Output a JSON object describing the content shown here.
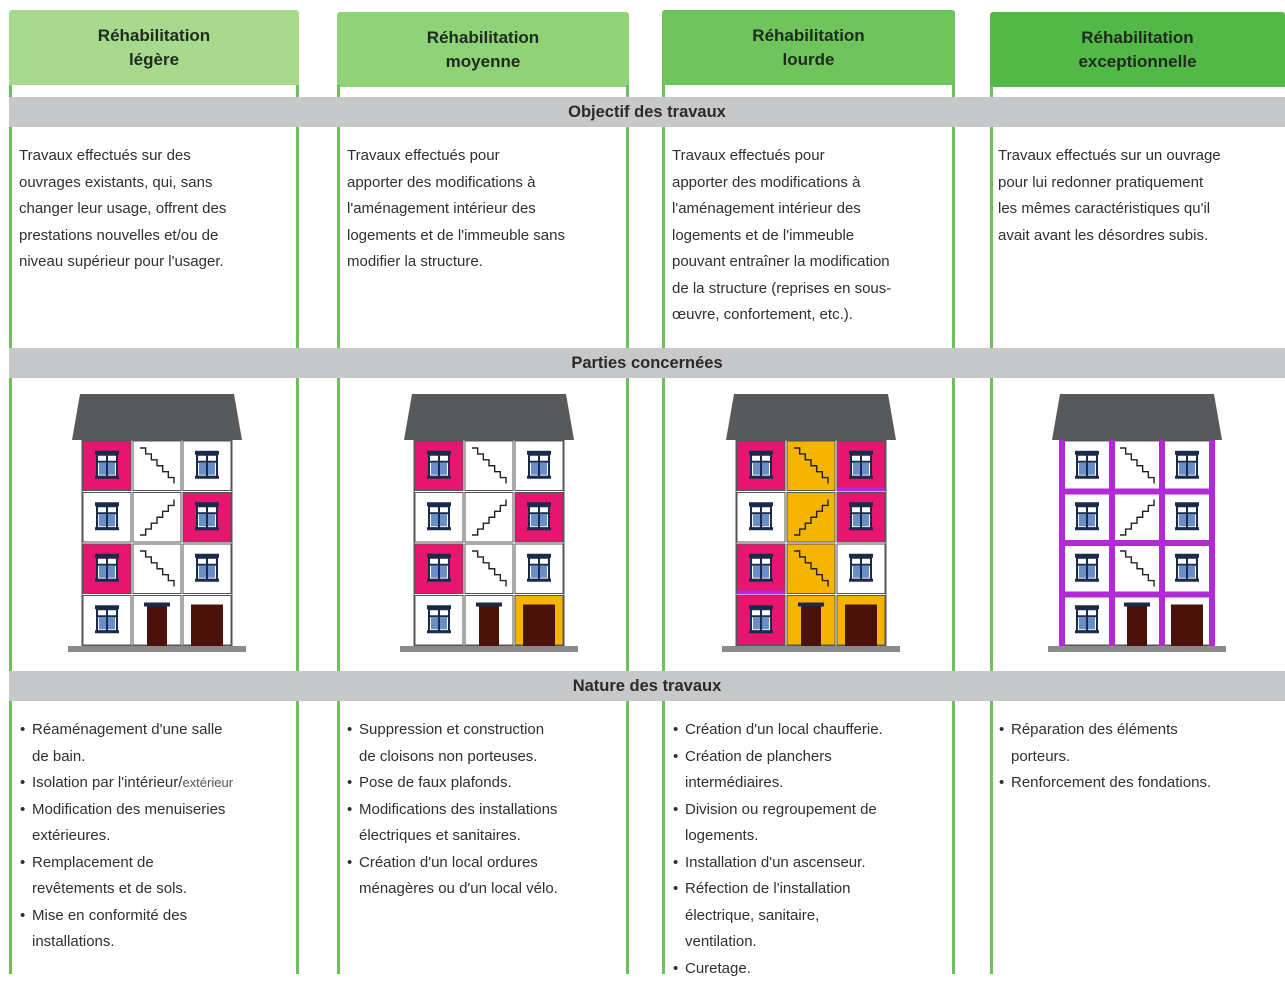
{
  "columns": [
    {
      "title": "Réhabilitation\nlégère",
      "color": "#a8d98c",
      "objectif": "Travaux effectués sur des\nouvrages existants, qui, sans\nchanger leur usage, offrent des\nprestations nouvelles et/ou de\nniveau supérieur pour l'usager.",
      "nature": [
        "Réaménagement d'une salle\nde bain.",
        "Isolation par l'intérieur/",
        "Modification des menuiseries\nextérieures.",
        "Remplacement de\nrevêtements et de sols.",
        "Mise en conformité des\ninstallations."
      ],
      "nature_suffix": "extérieur"
    },
    {
      "title": "Réhabilitation\nmoyenne",
      "color": "#8fd278",
      "objectif": "Travaux effectués pour\napporter des modifications à\nl'aménagement intérieur des\nlogements et de l'immeuble sans\nmodifier la structure.",
      "nature": [
        "Suppression et construction\nde cloisons non porteuses.",
        "Pose de faux plafonds.",
        "Modifications des installations\nélectriques et sanitaires.",
        "Création d'un local ordures\nménagères ou d'un local vélo."
      ]
    },
    {
      "title": "Réhabilitation\nlourde",
      "color": "#6fc55c",
      "objectif": "Travaux effectués pour\napporter des modifications à\nl'aménagement intérieur des\nlogements et de l'immeuble\npouvant entraîner la modification\nde la structure (reprises en sous-\nœuvre, confortement, etc.).",
      "nature": [
        "Création d'un local chaufferie.",
        "Création de planchers\nintermédiaires.",
        "Division ou regroupement de\nlogements.",
        "Installation d'un ascenseur.",
        "Réfection de l'installation\nélectrique, sanitaire,\nventilation.",
        "Curetage."
      ]
    },
    {
      "title": "Réhabilitation\nexceptionnelle",
      "color": "#52b847",
      "objectif": "Travaux effectués sur un ouvrage\npour lui redonner pratiquement\nles mêmes caractéristiques qu'il\navait avant les désordres subis.",
      "nature": [
        "Réparation des éléments\nporteurs.",
        "Renforcement des fondations."
      ]
    }
  ],
  "sections": {
    "objectif": "Objectif des travaux",
    "parties": "Parties concernées",
    "nature": "Nature des travaux"
  },
  "colors": {
    "line": "#6ec05a",
    "band": "#c7c8ca",
    "highlight_pink": "#e6166f",
    "highlight_yellow": "#f5b400",
    "highlight_purple": "#b12ad6",
    "roof": "#58595b",
    "door": "#4a1208"
  },
  "buildings": [
    {
      "pink": [
        [
          0,
          0
        ],
        [
          1,
          2
        ],
        [
          2,
          0
        ]
      ],
      "yellow": [],
      "purple_frame": false,
      "door_yellow": false,
      "purple_bands": []
    },
    {
      "pink": [
        [
          0,
          0
        ],
        [
          1,
          2
        ],
        [
          2,
          0
        ]
      ],
      "yellow": [],
      "purple_frame": false,
      "door_yellow": true,
      "purple_bands": []
    },
    {
      "pink": [
        [
          0,
          0
        ],
        [
          0,
          2
        ],
        [
          1,
          2
        ],
        [
          2,
          0
        ],
        [
          3,
          0
        ]
      ],
      "yellow": [
        [
          0,
          1
        ],
        [
          1,
          1
        ],
        [
          2,
          1
        ],
        [
          3,
          1
        ]
      ],
      "purple_frame": false,
      "door_yellow": true,
      "purple_bands": [
        [
          0,
          2
        ],
        [
          2,
          0
        ]
      ]
    },
    {
      "pink": [],
      "yellow": [],
      "purple_frame": true,
      "door_yellow": false,
      "purple_bands": []
    }
  ]
}
